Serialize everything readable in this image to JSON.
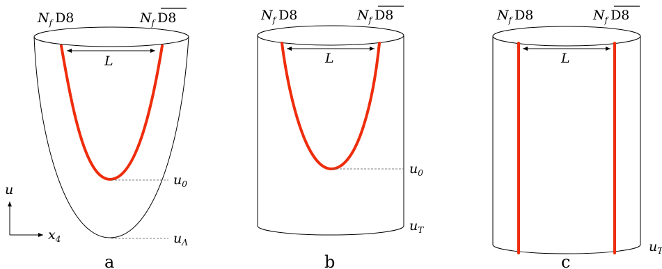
{
  "panels": [
    {
      "caption": "a",
      "left_brane": {
        "N": "N",
        "N_sub": "f",
        "brane": "D8"
      },
      "right_brane": {
        "N": "N",
        "N_sub": "f",
        "brane": "D8"
      },
      "separation": "L",
      "levels": [
        {
          "sym": "u",
          "sub": "0"
        },
        {
          "sym": "u",
          "sub": "Λ"
        }
      ]
    },
    {
      "caption": "b",
      "left_brane": {
        "N": "N",
        "N_sub": "f",
        "brane": "D8"
      },
      "right_brane": {
        "N": "N",
        "N_sub": "f",
        "brane": "D8"
      },
      "separation": "L",
      "levels": [
        {
          "sym": "u",
          "sub": "0"
        },
        {
          "sym": "u",
          "sub": "T"
        }
      ]
    },
    {
      "caption": "c",
      "left_brane": {
        "N": "N",
        "N_sub": "f",
        "brane": "D8"
      },
      "right_brane": {
        "N": "N",
        "N_sub": "f",
        "brane": "D8"
      },
      "separation": "L",
      "levels": [
        {
          "sym": "u",
          "sub": "T"
        }
      ]
    }
  ],
  "axes": {
    "vertical": "u",
    "horizontal": {
      "sym": "x",
      "sub": "4"
    }
  },
  "colors": {
    "brane": "#ee2d0c",
    "outline": "#000000",
    "dashed": "#555555"
  }
}
